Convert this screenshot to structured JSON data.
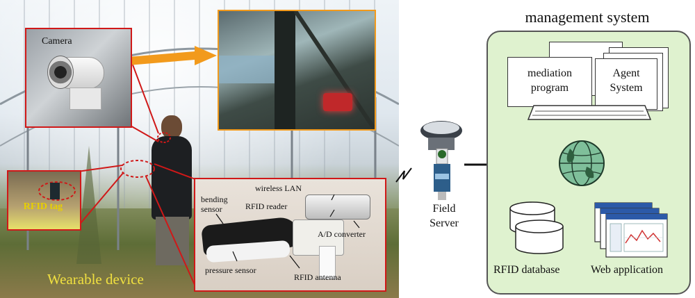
{
  "photo": {
    "camera_label": "Camera",
    "rfid_tag_label": "RFID tag",
    "title": "Wearable device",
    "device_labels": {
      "wireless_lan": "wireless LAN",
      "rfid_reader": "RFID reader",
      "bending_sensor": "bending sensor",
      "ad_converter": "A/D converter",
      "pressure_sensor": "pressure sensor",
      "rfid_antenna": "RFID antenna"
    }
  },
  "field_server": {
    "label": "Field Server"
  },
  "management": {
    "title": "management system",
    "mediation_program": "mediation program",
    "agent_system": "Agent System",
    "rfid_database": "RFID database",
    "web_application": "Web application"
  },
  "colors": {
    "callout_red": "#d01818",
    "arrow_orange": "#f29a1c",
    "wearable_text": "#f0e040",
    "management_bg": "#dff2cf"
  },
  "icons": [
    "camera-icon",
    "globe-icon",
    "monitor-icon",
    "database-icon",
    "web-app-icon",
    "field-server-icon"
  ]
}
